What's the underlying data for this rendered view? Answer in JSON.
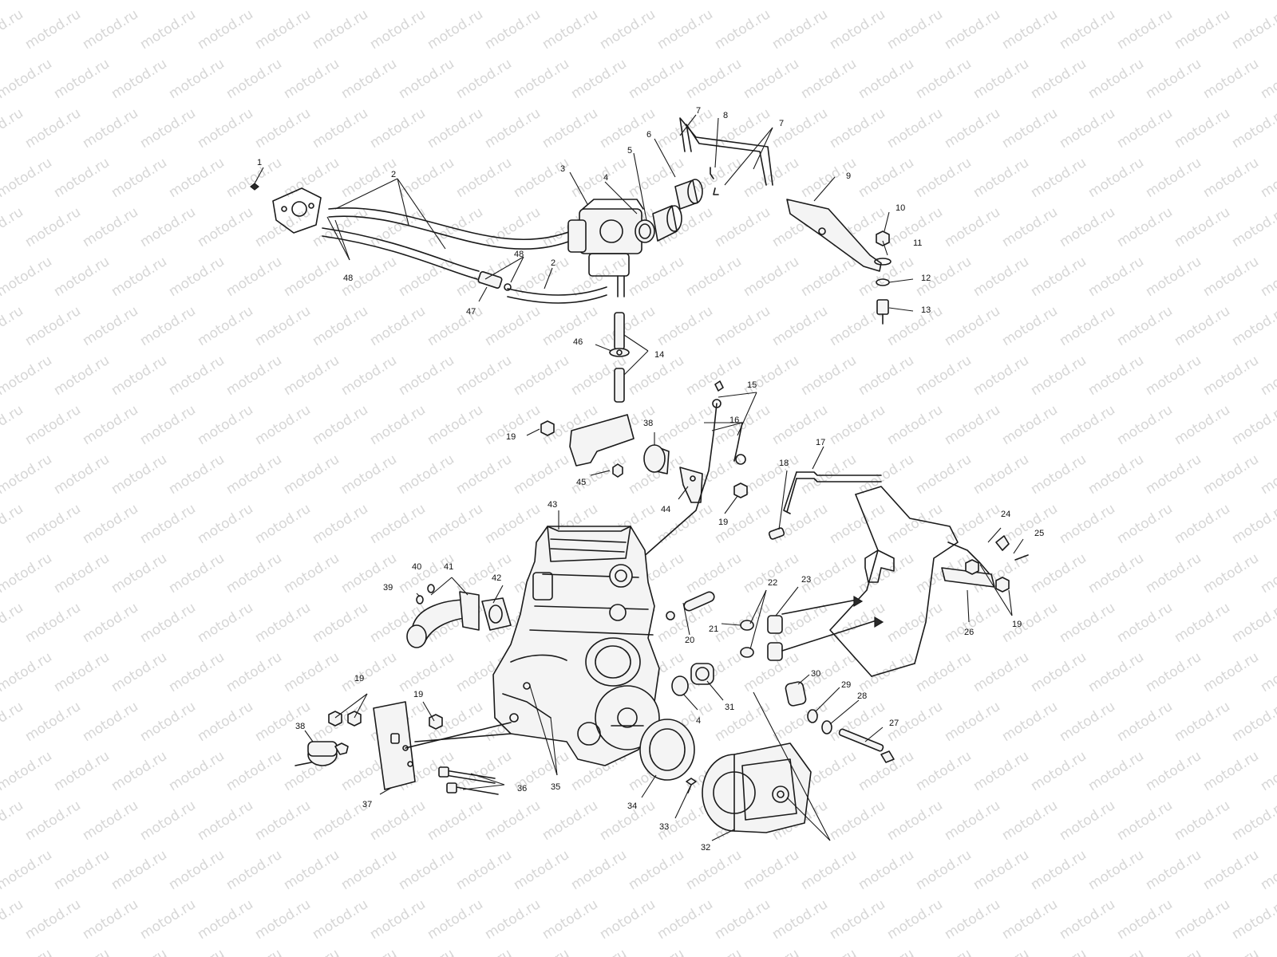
{
  "watermark": {
    "text": "motod.ru",
    "color": "#d6d6d6"
  },
  "callouts": [
    {
      "id": "c1",
      "label": "1"
    },
    {
      "id": "c2a",
      "label": "2"
    },
    {
      "id": "c2b",
      "label": "2"
    },
    {
      "id": "c3",
      "label": "3"
    },
    {
      "id": "c4a",
      "label": "4"
    },
    {
      "id": "c4b",
      "label": "4"
    },
    {
      "id": "c5",
      "label": "5"
    },
    {
      "id": "c6",
      "label": "6"
    },
    {
      "id": "c7a",
      "label": "7"
    },
    {
      "id": "c7b",
      "label": "7"
    },
    {
      "id": "c8",
      "label": "8"
    },
    {
      "id": "c9",
      "label": "9"
    },
    {
      "id": "c10",
      "label": "10"
    },
    {
      "id": "c11",
      "label": "11"
    },
    {
      "id": "c12",
      "label": "12"
    },
    {
      "id": "c13",
      "label": "13"
    },
    {
      "id": "c14",
      "label": "14"
    },
    {
      "id": "c15",
      "label": "15"
    },
    {
      "id": "c16",
      "label": "16"
    },
    {
      "id": "c17",
      "label": "17"
    },
    {
      "id": "c18",
      "label": "18"
    },
    {
      "id": "c19a",
      "label": "19"
    },
    {
      "id": "c19b",
      "label": "19"
    },
    {
      "id": "c19c",
      "label": "19"
    },
    {
      "id": "c19d",
      "label": "19"
    },
    {
      "id": "c19e",
      "label": "19"
    },
    {
      "id": "c20",
      "label": "20"
    },
    {
      "id": "c21",
      "label": "21"
    },
    {
      "id": "c22",
      "label": "22"
    },
    {
      "id": "c23",
      "label": "23"
    },
    {
      "id": "c24",
      "label": "24"
    },
    {
      "id": "c25",
      "label": "25"
    },
    {
      "id": "c26",
      "label": "26"
    },
    {
      "id": "c27",
      "label": "27"
    },
    {
      "id": "c28",
      "label": "28"
    },
    {
      "id": "c29",
      "label": "29"
    },
    {
      "id": "c30",
      "label": "30"
    },
    {
      "id": "c31",
      "label": "31"
    },
    {
      "id": "c32",
      "label": "32"
    },
    {
      "id": "c33",
      "label": "33"
    },
    {
      "id": "c34",
      "label": "34"
    },
    {
      "id": "c35",
      "label": "35"
    },
    {
      "id": "c36",
      "label": "36"
    },
    {
      "id": "c37",
      "label": "37"
    },
    {
      "id": "c38a",
      "label": "38"
    },
    {
      "id": "c38b",
      "label": "38"
    },
    {
      "id": "c39",
      "label": "39"
    },
    {
      "id": "c40",
      "label": "40"
    },
    {
      "id": "c41",
      "label": "41"
    },
    {
      "id": "c42",
      "label": "42"
    },
    {
      "id": "c43",
      "label": "43"
    },
    {
      "id": "c44",
      "label": "44"
    },
    {
      "id": "c45",
      "label": "45"
    },
    {
      "id": "c46",
      "label": "46"
    },
    {
      "id": "c47",
      "label": "47"
    },
    {
      "id": "c48a",
      "label": "48"
    },
    {
      "id": "c48b",
      "label": "48"
    }
  ]
}
